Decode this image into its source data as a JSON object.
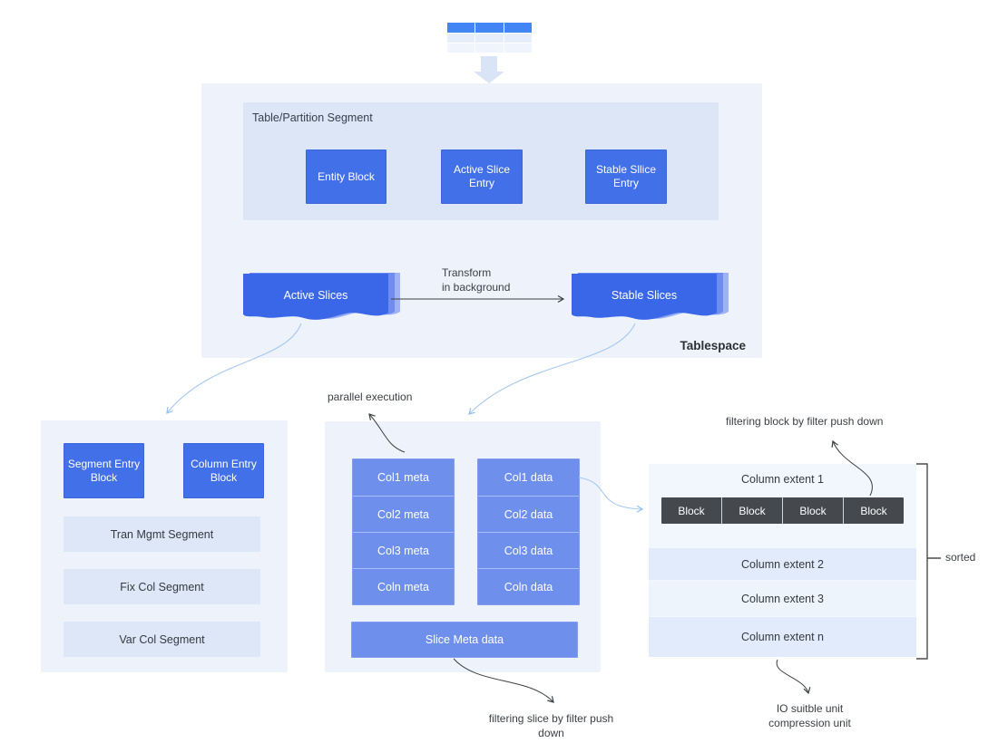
{
  "tablespace": {
    "label": "Tablespace",
    "segment_box": {
      "title": "Table/Partition Segment",
      "blocks": [
        "Entity Block",
        "Active Slice\nEntry",
        "Stable Sllice\nEntry"
      ]
    },
    "active_slices": "Active Slices",
    "stable_slices": "Stable Slices",
    "transform_label": "Transform\nin background"
  },
  "left_box": {
    "blue_blocks": [
      "Segment Entry\nBlock",
      "Column Entry\nBlock"
    ],
    "rows": [
      "Tran Mgmt Segment",
      "Fix Col Segment",
      "Var Col Segment"
    ]
  },
  "middle_box": {
    "meta_cells": [
      "Col1 meta",
      "Col2 meta",
      "Col3 meta",
      "Coln meta"
    ],
    "data_cells": [
      "Col1 data",
      "Col2 data",
      "Col3 data",
      "Coln data"
    ],
    "slice_meta": "Slice Meta data"
  },
  "right_box": {
    "extent1": "Column extent 1",
    "extent2": "Column extent 2",
    "extent3": "Column extent 3",
    "extentn": "Column extent n",
    "blocks": [
      "Block",
      "Block",
      "Block",
      "Block"
    ],
    "sorted_label": "sorted"
  },
  "annotations": {
    "parallel_execution": "parallel execution",
    "filtering_block": "filtering block by filter push down",
    "filtering_slice": "filtering slice by filter push down",
    "io_unit": "IO suitble unit\ncompression unit"
  },
  "icons": {
    "table_icon": "table-icon",
    "down_arrow_icon": "down-arrow-icon"
  },
  "colors": {
    "accent_blue": "#4270e8",
    "medium_blue": "#6e8feb",
    "table_header_blue": "#4285f4",
    "dark_block": "#45494e",
    "container_bg": "#edf2fb",
    "inner_bg": "#dce6f7",
    "light_row": "#dde7f8"
  }
}
